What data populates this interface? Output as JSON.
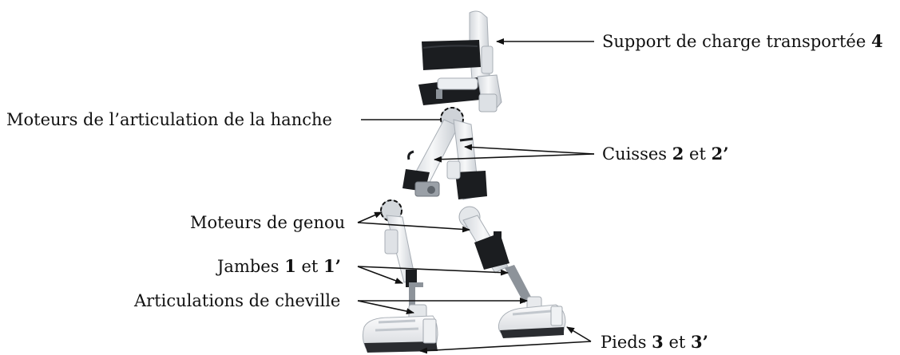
{
  "labels": {
    "support": {
      "text": "Support de charge transportée ",
      "num": "4"
    },
    "hip": {
      "text": "Moteurs de l’articulation de la hanche"
    },
    "thighs": {
      "pre": "Cuisses ",
      "a": "2",
      "mid": " et ",
      "b": "2’"
    },
    "knee": {
      "text": "Moteurs de genou"
    },
    "legs": {
      "pre": "Jambes ",
      "a": "1",
      "mid": " et ",
      "b": "1’"
    },
    "ankle": {
      "text": "Articulations de cheville"
    },
    "feet": {
      "pre": "Pieds ",
      "a": "3",
      "mid": " et ",
      "b": "3’"
    }
  },
  "colors": {
    "frame": "#e9ecef",
    "frame_shade": "#b9bfc6",
    "strap": "#1b1d20",
    "metal": "#8d939a",
    "shoe": "#f2f3f5",
    "sole": "#2a2c30",
    "arrow": "#111111"
  }
}
